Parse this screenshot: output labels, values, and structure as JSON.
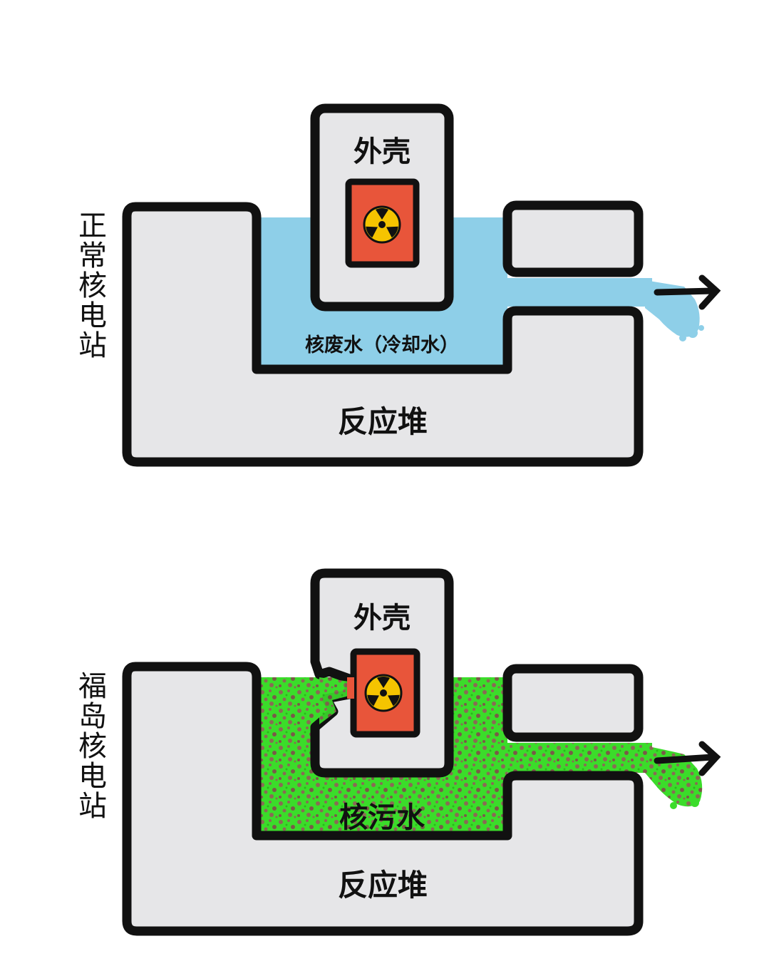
{
  "top": {
    "side_label": "正常核电站",
    "shell_label": "外壳",
    "water_label": "核废水（冷却水）",
    "reactor_label": "反应堆",
    "water_state": "clean cooling water",
    "icon": "radiation-icon"
  },
  "bottom": {
    "side_label": "福岛核电站",
    "shell_label": "外壳",
    "water_label": "核污水",
    "reactor_label": "反应堆",
    "water_state": "contaminated water",
    "icon": "radiation-icon"
  },
  "colors": {
    "outline": "#111111",
    "wall": "#e6e6e8",
    "clean_water": "#8ecfe8",
    "contaminated_green": "#3bdc2a",
    "contaminated_brown": "#8a6a55",
    "core": "#e8553a",
    "radiation_yellow": "#f5c400"
  }
}
